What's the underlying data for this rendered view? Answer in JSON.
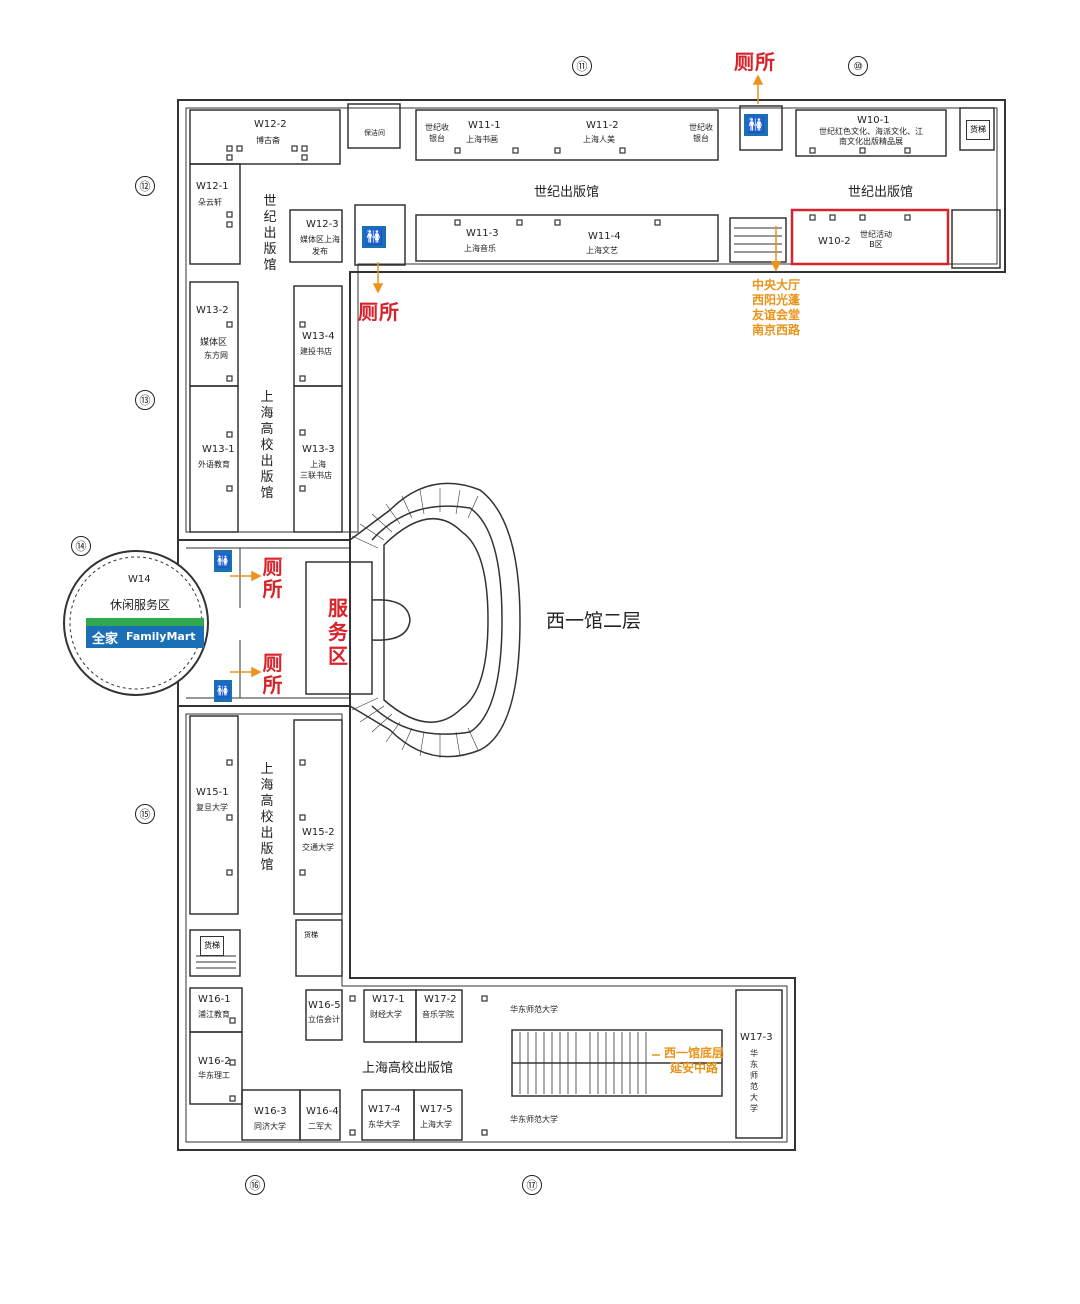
{
  "floor_title": "西一馆二层",
  "sections": {
    "s10": "⑩",
    "s11": "⑪",
    "s12": "⑫",
    "s13": "⑬",
    "s14": "⑭",
    "s15": "⑮",
    "s16": "⑯",
    "s17": "⑰"
  },
  "halls": {
    "century_a": "世纪出版馆",
    "century_b": "世纪出版馆",
    "century_vertical": "世纪出版馆",
    "university_v1": "上海高校出版馆",
    "university_v2": "上海高校出版馆",
    "university_h": "上海高校出版馆"
  },
  "booths": {
    "w10_1": {
      "code": "W10-1",
      "name": "世纪红色文化、海派文化、江南文化出版精品展"
    },
    "w10_2": {
      "code": "W10-2",
      "name": "世纪活动B区"
    },
    "w11_1": {
      "code": "W11-1",
      "name": "上海书画"
    },
    "w11_2": {
      "code": "W11-2",
      "name": "上海人美"
    },
    "w11_3": {
      "code": "W11-3",
      "name": "上海音乐"
    },
    "w11_4": {
      "code": "W11-4",
      "name": "上海文艺"
    },
    "cashier_left": "世纪收银台",
    "cashier_right": "世纪收银台",
    "w12_1": {
      "code": "W12-1",
      "name": "朵云轩"
    },
    "w12_2": {
      "code": "W12-2",
      "name": "博古斋"
    },
    "w12_3": {
      "code": "W12-3",
      "name": "媒体区上海发布"
    },
    "w13_1": {
      "code": "W13-1",
      "name": "外语教育"
    },
    "w13_2": {
      "code": "W13-2",
      "name": "媒体区",
      "sub": "东方网"
    },
    "w13_3": {
      "code": "W13-3",
      "name": "上海",
      "sub": "三联书店"
    },
    "w13_4": {
      "code": "W13-4",
      "name": "建投书店"
    },
    "w14": {
      "code": "W14",
      "name": "休闲服务区"
    },
    "w15_1": {
      "code": "W15-1",
      "name": "复旦大学"
    },
    "w15_2": {
      "code": "W15-2",
      "name": "交通大学"
    },
    "w16_1": {
      "code": "W16-1",
      "name": "浦江教育"
    },
    "w16_2": {
      "code": "W16-2",
      "name": "华东理工"
    },
    "w16_3": {
      "code": "W16-3",
      "name": "同济大学"
    },
    "w16_4": {
      "code": "W16-4",
      "name": "二军大"
    },
    "w16_5": {
      "code": "W16-5",
      "name": "立信会计"
    },
    "w17_1": {
      "code": "W17-1",
      "name": "财经大学"
    },
    "w17_2": {
      "code": "W17-2",
      "name": "音乐学院"
    },
    "w17_3": {
      "code": "W17-3",
      "name": "华东师范大学"
    },
    "w17_4": {
      "code": "W17-4",
      "name": "东华大学"
    },
    "w17_5": {
      "code": "W17-5",
      "name": "上海大学"
    },
    "ecnu_top": "华东师范大学",
    "ecnu_bottom": "华东师范大学"
  },
  "facilities": {
    "toilet_label": "厕所",
    "toilet_1": "厕所",
    "toilet_2": "厕所",
    "toilet_3": "厕所",
    "toilet_4": "厕所",
    "service_area": "服务区",
    "elevator": "货梯",
    "elevator_2": "货梯",
    "elevator_3": "货梯",
    "cleaning_room": "保洁间"
  },
  "familymart": {
    "cn": "全家",
    "en": "FamilyMart"
  },
  "directions": {
    "central_hall": [
      "中央大厅",
      "西阳光蓬",
      "友谊会堂",
      "南京西路"
    ],
    "west_ground": [
      "西一馆底层",
      "延安中路"
    ]
  },
  "colors": {
    "toilet_red": "#d8232a",
    "direction_orange": "#e8941a",
    "highlight_red": "#d8232a",
    "toilet_icon_blue": "#1b6fb5",
    "familymart_blue": "#1b6fb5",
    "familymart_green": "#2fa84f"
  }
}
